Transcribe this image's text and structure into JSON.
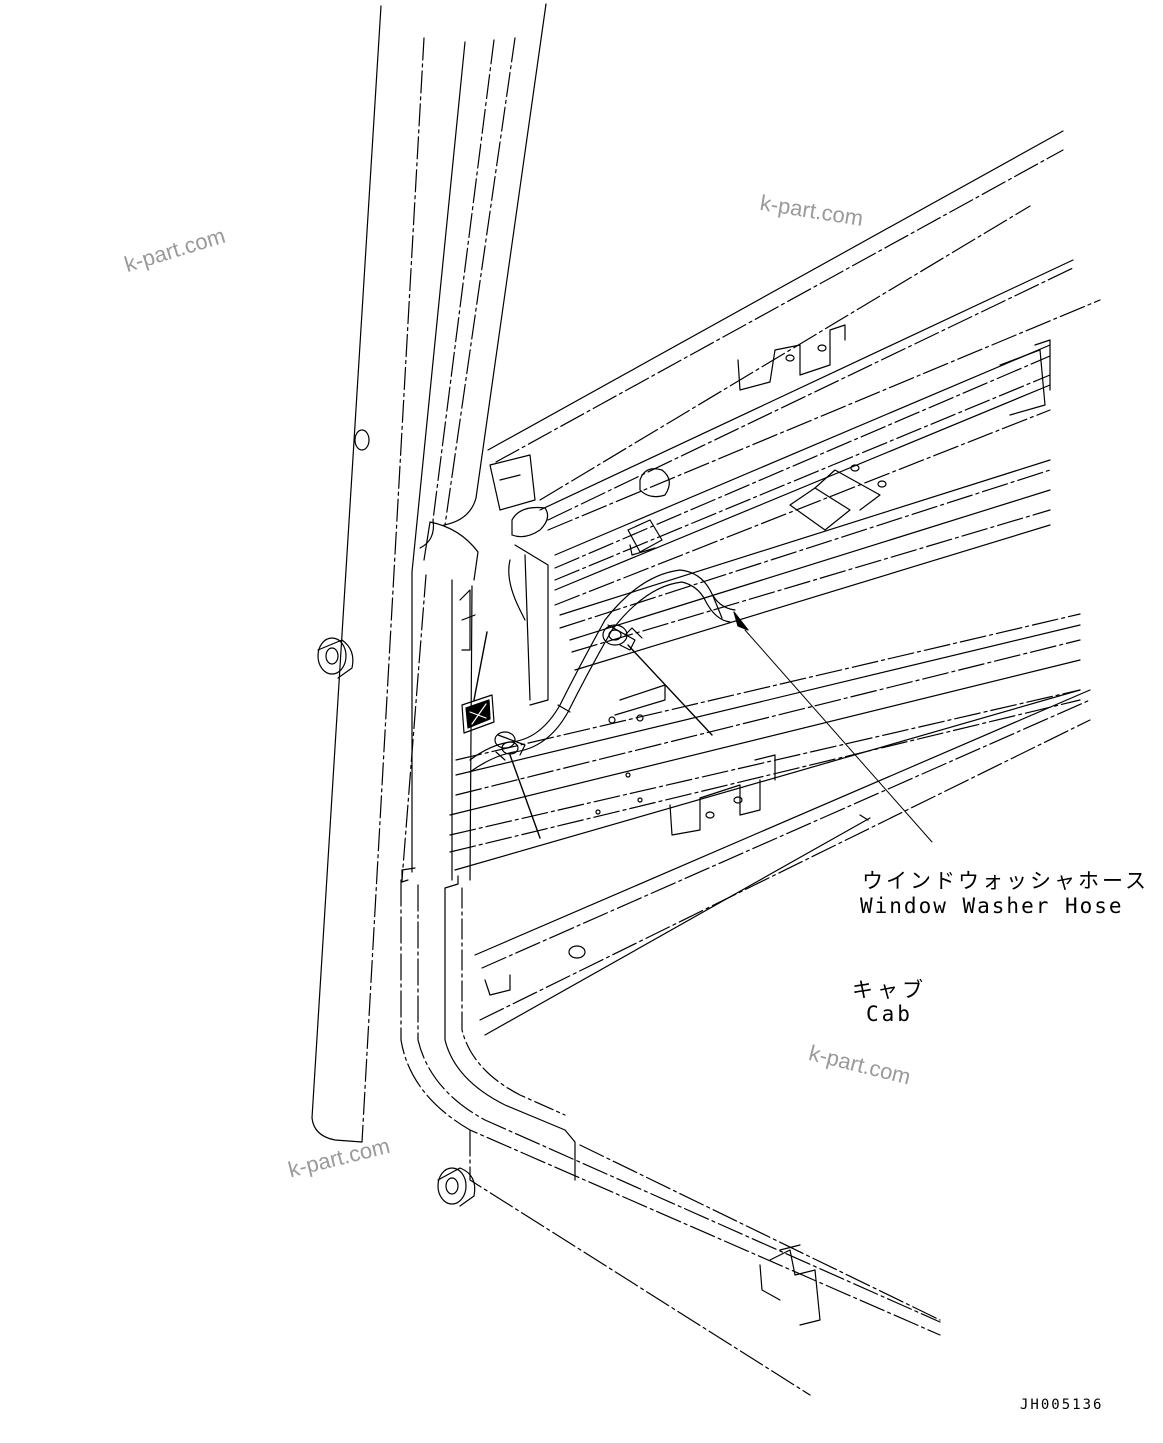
{
  "callouts": {
    "washer_hose_jp": "ウインドウォッシャホース",
    "washer_hose_en": "Window Washer Hose",
    "cab_jp": "キャブ",
    "cab_en": "Cab"
  },
  "drawing_id": "JH005136",
  "watermark": "k-part.com",
  "colors": {
    "ink": "#000000",
    "watermark": "#9a9a9a",
    "background": "#ffffff"
  }
}
